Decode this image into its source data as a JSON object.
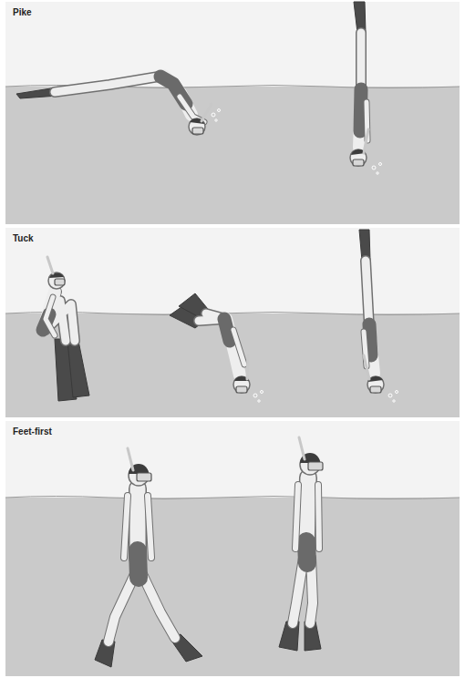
{
  "diagram": {
    "nodes": [
      {
        "text": [
          "Pike"
        ]
      },
      {
        "text": [
          "Tuck"
        ]
      },
      {
        "text": [
          "Feet-first"
        ]
      }
    ]
  }
}
